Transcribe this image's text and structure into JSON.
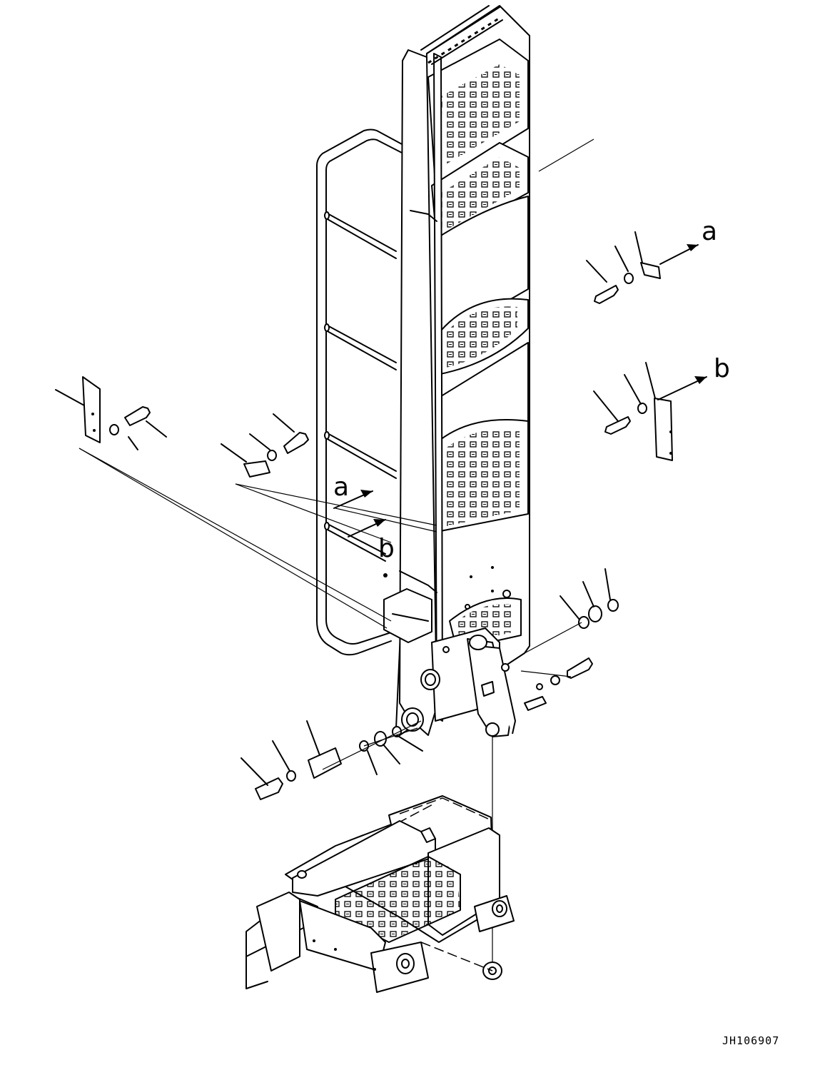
{
  "diagram": {
    "drawing_code": "JH106907",
    "view_labels": {
      "a_upper_right": "a",
      "b_upper_right": "b",
      "a_center": "a",
      "b_center": "b"
    }
  },
  "colors": {
    "line": "#000000",
    "background": "#ffffff"
  }
}
